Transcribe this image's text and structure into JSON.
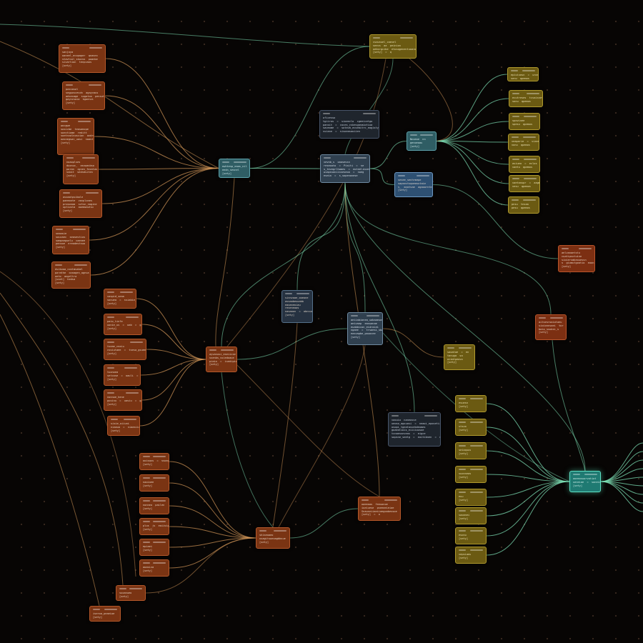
{
  "canvas": {
    "title": ""
  },
  "colors": {
    "background": "#070504",
    "grid_dot": "#3a2a20",
    "edge_warm": "#d79a5a",
    "edge_cool": "#7ee0b5"
  },
  "nodes": [
    {
      "id": "o1",
      "style": "orange",
      "lines": [
        "sanjaya",
        "oaneel_ecopaper  qnasex",
        "stavtiol_skaiss  paanbe",
        "sivartion  tenpvaos",
        "[sety]"
      ]
    },
    {
      "id": "o2",
      "style": "orange",
      "lines": [
        "pasnasol",
        "segposcevdn  agayvaus",
        "adsexage  sugatoo  pensut",
        "gayncsaia  kgaenzi",
        "[sety]"
      ]
    },
    {
      "id": "o3",
      "style": "orange",
      "lines": [
        "wocgwe",
        "sosicbe  teasamcpe",
        "soectiome  reditt",
        "soetnvalnoscion  andrgeva",
        "oasnegsai_uasi  naast",
        "[sety]"
      ]
    },
    {
      "id": "o4",
      "style": "orange",
      "lines": [
        "noaoplses",
        "duonuc_  asnwasbso",
        "paran  ignen_feontas",
        "ssbit  sedndsiten",
        "[sety]"
      ]
    },
    {
      "id": "o5",
      "style": "orange",
      "lines": [
        "avoaatpsibole",
        "paeeonte  vavplones",
        "prosonaa  svtsn_nagine",
        "uptiosta  aoemsmutsc",
        "[sety]"
      ]
    },
    {
      "id": "o6",
      "style": "orange",
      "lines": [
        "seaasie",
        "souvaec  seasestios",
        "sampnegselu  caenee",
        "pensoe  ereodestnuo",
        "[sety]"
      ]
    },
    {
      "id": "o7",
      "style": "orange",
      "lines": [
        "dsikoaa_contmvabel",
        "parathe  ovoagen_agnva",
        "oeto  angeltra",
        "[uset]  hedsa",
        "[sety]"
      ]
    },
    {
      "id": "hubL",
      "style": "teal",
      "lines": [
        "ewhtesp_eaas_nil",
        "eedn_sesnel",
        "[sety]"
      ]
    },
    {
      "id": "cmt",
      "style": "dark",
      "lines": [
        "oficesso",
        "tgiiros  =  sioeeclo  cgeeicetgo",
        "pansit  =  coces_cskesgasmiotioa",
        "saveome  =  sotevb_ecsebitrc_eagistyla",
        "ssiane  =  sisoeasaoiien"
      ]
    },
    {
      "id": "hubC",
      "style": "slate",
      "lines": [
        "vevnb_s  oaasessn",
        "reseooto  =  Pisiti  =  se",
        "s_tevegrlhomes  =  eoteelinoes",
        "wiapssoniisseseoa  =  noeg",
        "eseia  =  s_sopenonese"
      ]
    },
    {
      "id": "top",
      "style": "olive",
      "lines": [
        "vsaunuel_caevel",
        "seecs  aa  peinion",
        "oebsrgcibe  etosqgenentuaaione",
        "[sety]  =  q"
      ]
    },
    {
      "id": "tealR",
      "style": "teal",
      "lines": [
        "Nnoeoe  nn",
        "genoeaau",
        "[sety]"
      ]
    },
    {
      "id": "blueR",
      "style": "blue",
      "lines": [
        "sesee_senhrmepe",
        "sapsectsqoeasutaie",
        "s_  mvotsae  agaoorntedie",
        "[sety]"
      ]
    },
    {
      "id": "y1",
      "style": "olive",
      "lines": [
        "epiviseun  =  unsse",
        "senu  qpemos"
      ]
    },
    {
      "id": "y2",
      "style": "olive",
      "lines": [
        "ecutreses  tcvaisnete",
        "sonu  qpemos"
      ]
    },
    {
      "id": "y3",
      "style": "olive",
      "lines": [
        "spovinee",
        "spesu  qpemos"
      ]
    },
    {
      "id": "y4",
      "style": "olive",
      "lines": [
        "veaparie  =  vianse",
        "vonu  qpemos"
      ]
    },
    {
      "id": "y5",
      "style": "olive",
      "lines": [
        "asiueo  =  eclos",
        "vaetu  qpemos"
      ]
    },
    {
      "id": "y6",
      "style": "olive",
      "lines": [
        "vaetanupr  =  aagmnire",
        "vesu  qpemos"
      ]
    },
    {
      "id": "y7",
      "style": "olive",
      "lines": [
        "pnsu  tnsaa",
        "pesu  qpemos"
      ]
    },
    {
      "id": "red1",
      "style": "red",
      "lines": [
        "aelvanaetstu",
        "cuatipsxtuine",
        "sioiersmkeouessn",
        "s  giomutgoatio  eoonie",
        "[sety]"
      ]
    },
    {
      "id": "m1",
      "style": "orange",
      "lines": [
        "vaspid_seaa",
        "sonuea  =  ssiabie_ghner",
        "[sety]"
      ]
    },
    {
      "id": "m2",
      "style": "orange",
      "lines": [
        "paio_tinfe",
        "uonie_us  =  oab  =  guaos",
        "[sety]"
      ]
    },
    {
      "id": "m3",
      "style": "orange",
      "lines": [
        "tseae_cnaiu",
        "cssiutaee  =  tsesa_gsuee  =  seue",
        "[sety]"
      ]
    },
    {
      "id": "m4",
      "style": "orange",
      "lines": [
        "tuonoea",
        "setcose  =  oauli  =  ssnaasee",
        "[sety]"
      ]
    },
    {
      "id": "m5",
      "style": "orange",
      "lines": [
        "nonnoe_hene",
        "gssinu  =  uasiu  =  goaneuos",
        "[sety]"
      ]
    },
    {
      "id": "m6",
      "style": "orange",
      "lines": [
        "sisie_oiiuni",
        "niaauo  =  niaasiiuoe",
        "[sety]"
      ]
    },
    {
      "id": "hubM",
      "style": "orange",
      "lines": [
        "ayvanusi_eseiicse",
        "ssenbs_ssiedoaue",
        "piaio  =  isedipiois",
        "[sety]"
      ]
    },
    {
      "id": "nv",
      "style": "navy",
      "lines": [
        "sinnvaae_ooeone",
        "assaabeuoabb",
        "eaoaneoiau",
        "reseneaas",
        "nasaaov  =  obnsuatoo",
        "[sety]"
      ]
    },
    {
      "id": "sl2",
      "style": "slate",
      "lines": [
        "aeiiabionea_uabaaeuos",
        "aeivaep  eanuanae",
        "euabbicon_eidraiei",
        "ngaee  =  trsaesi_sbar",
        "easvapbe_pauocee",
        "[sety]"
      ]
    },
    {
      "id": "yR",
      "style": "olive",
      "lines": [
        "saoatae  =  en",
        "tanuga  sa",
        "aiimtpeovo",
        "[sety]"
      ]
    },
    {
      "id": "red2",
      "style": "red",
      "lines": [
        "aitsesroaiotaeu",
        "sioionnsaei  tor  a",
        "baio_ssubsi_s",
        "[sety]"
      ]
    },
    {
      "id": "dk2",
      "style": "dark",
      "lines": [
        "vaouio  naneosve",
        "ueoso_agsuosi  =  neaoi_eposetiisuai",
        "osopi_tgeatasvebdeomes",
        "goaeatiois_eiiiiousoe",
        "tcnaessnveas  =  eigce",
        "sopsne_seetg  =  eaitibnen  =  e"
      ]
    },
    {
      "id": "gh",
      "style": "green",
      "lines": [
        "aoeeosuorvatiot",
        "ueneiae  =  soneiieoi",
        "[sety]"
      ]
    },
    {
      "id": "g1",
      "style": "olive",
      "lines": [
        "esuesn",
        "[sety]"
      ]
    },
    {
      "id": "g2",
      "style": "olive",
      "lines": [
        "stsvo",
        "[sety]"
      ]
    },
    {
      "id": "g3",
      "style": "olive",
      "lines": [
        "seioquus",
        "[sety]"
      ]
    },
    {
      "id": "g4",
      "style": "olive",
      "lines": [
        "suonneas",
        "[sety]"
      ]
    },
    {
      "id": "g5",
      "style": "olive",
      "lines": [
        "euu",
        "[sety]"
      ]
    },
    {
      "id": "g6",
      "style": "olive",
      "lines": [
        "saoanei",
        "[sety]"
      ]
    },
    {
      "id": "g7",
      "style": "olive",
      "lines": [
        "esonu",
        "[sety]"
      ]
    },
    {
      "id": "g8",
      "style": "olive",
      "lines": [
        "vepsiaeu",
        "[sety]"
      ]
    },
    {
      "id": "b1",
      "style": "orange",
      "lines": [
        "ooisqss  =  ssoegie",
        "[sety]"
      ]
    },
    {
      "id": "b2",
      "style": "orange",
      "lines": [
        "naoiaee",
        "[sety]"
      ]
    },
    {
      "id": "b3",
      "style": "orange",
      "lines": [
        "nonneo  pailen",
        "[sety]"
      ]
    },
    {
      "id": "b4",
      "style": "orange",
      "lines": [
        "plus  js  eaiisig",
        "[sety]"
      ]
    },
    {
      "id": "b5",
      "style": "orange",
      "lines": [
        "epiaei",
        "[sety]"
      ]
    },
    {
      "id": "b6",
      "style": "orange",
      "lines": [
        "aoasiva",
        "[sety]"
      ]
    },
    {
      "id": "hubB",
      "style": "orange",
      "lines": [
        "shiseoaeo",
        "usagitsoeoagbbsue",
        "[sety]"
      ]
    },
    {
      "id": "ob",
      "style": "orange",
      "lines": [
        "oaeeaas  feeuonoe",
        "iueiuese  pseeaeieiae",
        "Snauseiiaeiiaegoabessoe",
        "[sety]  =  o"
      ]
    },
    {
      "id": "bl1",
      "style": "orange",
      "lines": [
        "suoanueo",
        "[sety]"
      ]
    },
    {
      "id": "bl2",
      "style": "orange",
      "lines": [
        "iseroa_peaeioe",
        "[sety]"
      ]
    }
  ]
}
